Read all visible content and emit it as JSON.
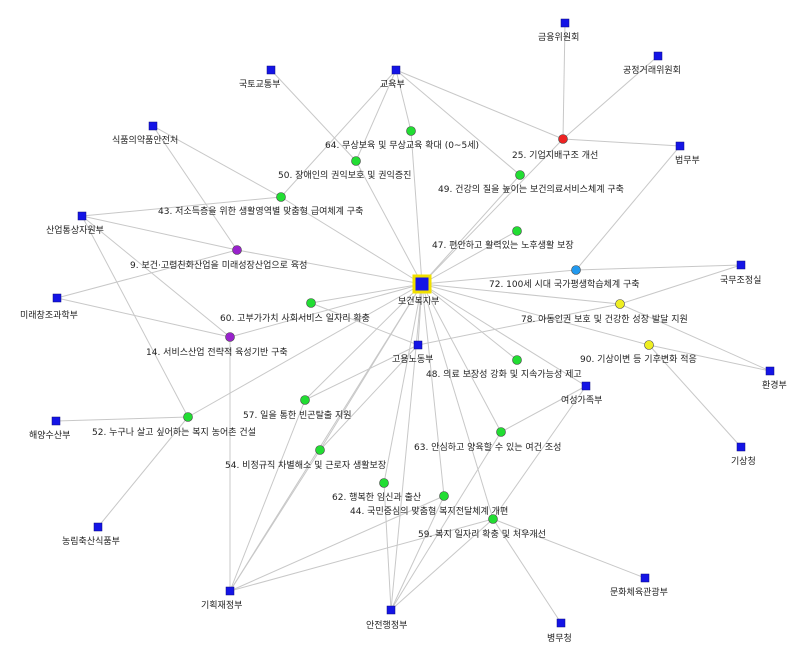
{
  "colors": {
    "agency": "#1414e6",
    "hub_border": "#f0e000",
    "edge": "#c8c8c8",
    "policy_green": "#22dd33",
    "policy_purple": "#9922cc",
    "policy_red": "#ee2222",
    "policy_blue": "#2299ee",
    "policy_yellow": "#eeee22"
  },
  "nodes": [
    {
      "id": "mw",
      "kind": "hub",
      "label": "보건복지부"
    },
    {
      "id": "fsc",
      "kind": "agency",
      "label": "금융위원회"
    },
    {
      "id": "ftc",
      "kind": "agency",
      "label": "공정거래위원회"
    },
    {
      "id": "molit",
      "kind": "agency",
      "label": "국토교통부"
    },
    {
      "id": "moe",
      "kind": "agency",
      "label": "교육부"
    },
    {
      "id": "mfds",
      "kind": "agency",
      "label": "식품의약품안전처"
    },
    {
      "id": "moj",
      "kind": "agency",
      "label": "법무부"
    },
    {
      "id": "motie",
      "kind": "agency",
      "label": "산업통상자원부"
    },
    {
      "id": "opm",
      "kind": "agency",
      "label": "국무조정실"
    },
    {
      "id": "msip",
      "kind": "agency",
      "label": "미래창조과학부"
    },
    {
      "id": "moel",
      "kind": "agency",
      "label": "고용노동부"
    },
    {
      "id": "me",
      "kind": "agency",
      "label": "환경부"
    },
    {
      "id": "mogef",
      "kind": "agency",
      "label": "여성가족부"
    },
    {
      "id": "mof",
      "kind": "agency",
      "label": "해양수산부"
    },
    {
      "id": "kma",
      "kind": "agency",
      "label": "기상청"
    },
    {
      "id": "mafra",
      "kind": "agency",
      "label": "농림축산식품부"
    },
    {
      "id": "mcst",
      "kind": "agency",
      "label": "문화체육관광부"
    },
    {
      "id": "mosf",
      "kind": "agency",
      "label": "기획재정부"
    },
    {
      "id": "mospa",
      "kind": "agency",
      "label": "안전행정부"
    },
    {
      "id": "mma",
      "kind": "agency",
      "label": "병무청"
    },
    {
      "id": "p25",
      "kind": "policy",
      "color": "red",
      "label": "25. 기업지배구조 개선"
    },
    {
      "id": "p64",
      "kind": "policy",
      "color": "green",
      "label": "64. 무상보육 및 무상교육 확대 (0~5세)"
    },
    {
      "id": "p49",
      "kind": "policy",
      "color": "green",
      "label": "49. 건강의 질을 높이는 보건의료서비스체계 구축"
    },
    {
      "id": "p50",
      "kind": "policy",
      "color": "green",
      "label": "50. 장애인의 권익보호 및 권익증진"
    },
    {
      "id": "p43",
      "kind": "policy",
      "color": "green",
      "label": "43. 저소득층을 위한 생활영역별 맞춤형 급여체계 구축"
    },
    {
      "id": "p47",
      "kind": "policy",
      "color": "green",
      "label": "47. 편안하고 활력있는 노후생활 보장"
    },
    {
      "id": "p9",
      "kind": "policy",
      "color": "purple",
      "label": "9. 보건·고령친화산업을 미래성장산업으로 육성"
    },
    {
      "id": "p72",
      "kind": "policy",
      "color": "blue",
      "label": "72. 100세 시대 국가평생학습체계 구축"
    },
    {
      "id": "p60",
      "kind": "policy",
      "color": "green",
      "label": "60. 고부가가치 사회서비스 일자리 확충"
    },
    {
      "id": "p78",
      "kind": "policy",
      "color": "yellow",
      "label": "78. 아동인권 보호 및 건강한 성장 발달 지원"
    },
    {
      "id": "p14",
      "kind": "policy",
      "color": "purple",
      "label": "14. 서비스산업 전략적 육성기반 구축"
    },
    {
      "id": "p90",
      "kind": "policy",
      "color": "yellow",
      "label": "90. 기상이변 등 기후변화 적응"
    },
    {
      "id": "p48",
      "kind": "policy",
      "color": "green",
      "label": "48. 의료 보장성 강화 및 지속가능성 제고"
    },
    {
      "id": "p57",
      "kind": "policy",
      "color": "green",
      "label": "57. 일을 통한 빈곤탈출 지원"
    },
    {
      "id": "p52",
      "kind": "policy",
      "color": "green",
      "label": "52. 누구나 살고 싶어하는 복지 농어촌 건설"
    },
    {
      "id": "p63",
      "kind": "policy",
      "color": "green",
      "label": "63. 안심하고 양육할 수 있는 여건 조성"
    },
    {
      "id": "p54",
      "kind": "policy",
      "color": "green",
      "label": "54. 비정규직 차별해소 및 근로자 생활보장"
    },
    {
      "id": "p62",
      "kind": "policy",
      "color": "green",
      "label": "62. 행복한 임신과 출산"
    },
    {
      "id": "p44",
      "kind": "policy",
      "color": "green",
      "label": "44. 국민중심의 맞춤형 복지전달체계 개편"
    },
    {
      "id": "p59",
      "kind": "policy",
      "color": "green",
      "label": "59. 복지 일자리 확충 및 처우개선"
    }
  ]
}
